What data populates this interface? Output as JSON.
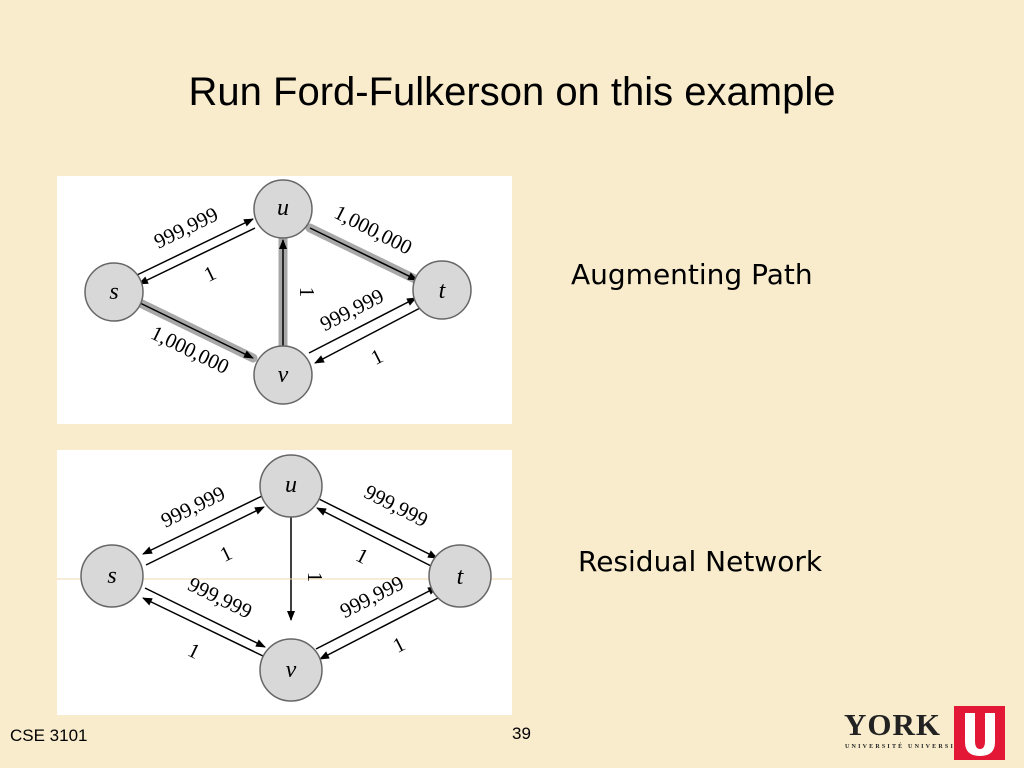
{
  "slide": {
    "title": "Run Ford-Fulkerson on this example",
    "footer": "CSE 3101",
    "page_number": "39"
  },
  "diagram1": {
    "caption": "Augmenting Path",
    "nodes": {
      "s": "s",
      "u": "u",
      "v": "v",
      "t": "t"
    },
    "edges": {
      "su": "999,999",
      "us": "1",
      "ut": "1,000,000",
      "sv": "1,000,000",
      "vu": "1",
      "vt": "999,999",
      "tv": "1"
    },
    "highlighted_path": [
      "s",
      "v",
      "u",
      "t"
    ]
  },
  "diagram2": {
    "caption": "Residual Network",
    "nodes": {
      "s": "s",
      "u": "u",
      "v": "v",
      "t": "t"
    },
    "edges": {
      "us": "999,999",
      "su": "1",
      "ut": "999,999",
      "tu": "1",
      "uv": "1",
      "sv": "999,999",
      "vs": "1",
      "vt": "999,999",
      "tv": "1"
    }
  },
  "logo": {
    "text": "YORK",
    "subtext": "UNIVERSITÉ UNIVERSITY",
    "mark": "U",
    "accent_color": "#e31837"
  }
}
